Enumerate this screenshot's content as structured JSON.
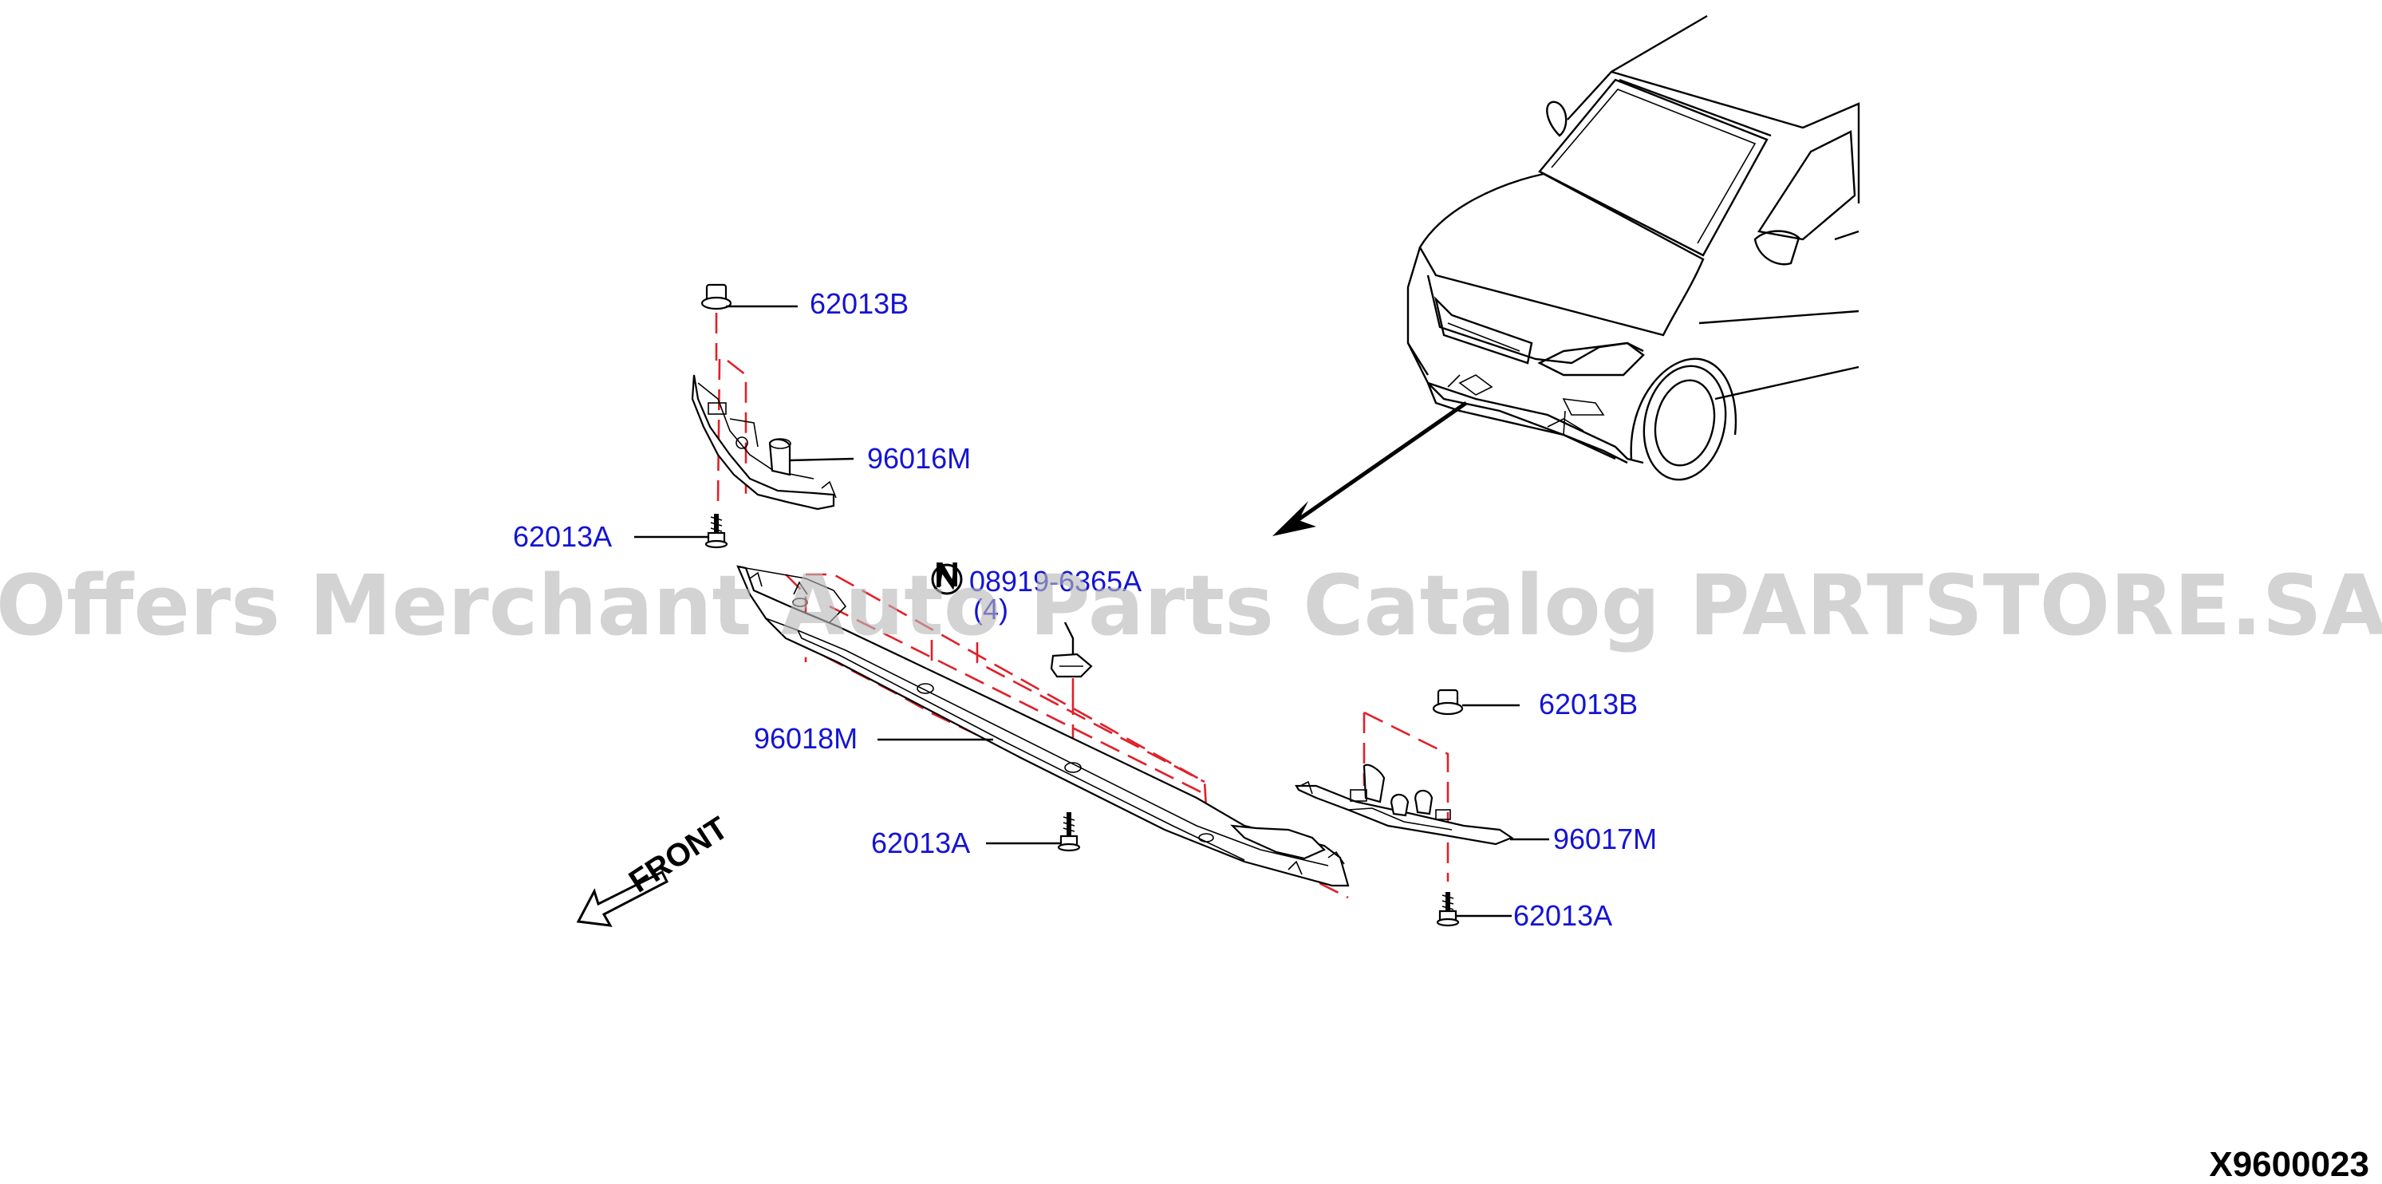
{
  "diagram": {
    "labels": {
      "p_62013B_top": "62013B",
      "p_96016M": "96016M",
      "p_62013A_left": "62013A",
      "p_08919_6365A": "08919-6365A",
      "p_qty": "(4)",
      "p_96018M": "96018M",
      "p_62013A_mid": "62013A",
      "p_62013B_right": "62013B",
      "p_96017M": "96017M",
      "p_62013A_right": "62013A"
    },
    "symbol_letter": "N",
    "front_label": "FRONT",
    "diagram_code": "X9600023",
    "watermark": "Offers Merchant Auto Parts Catalog PARTSTORE.SA",
    "colors": {
      "label_blue": "#1414d2",
      "dash_red": "#e0202a",
      "line_black": "#000000",
      "watermark_gray": "#b8b8b8"
    }
  }
}
